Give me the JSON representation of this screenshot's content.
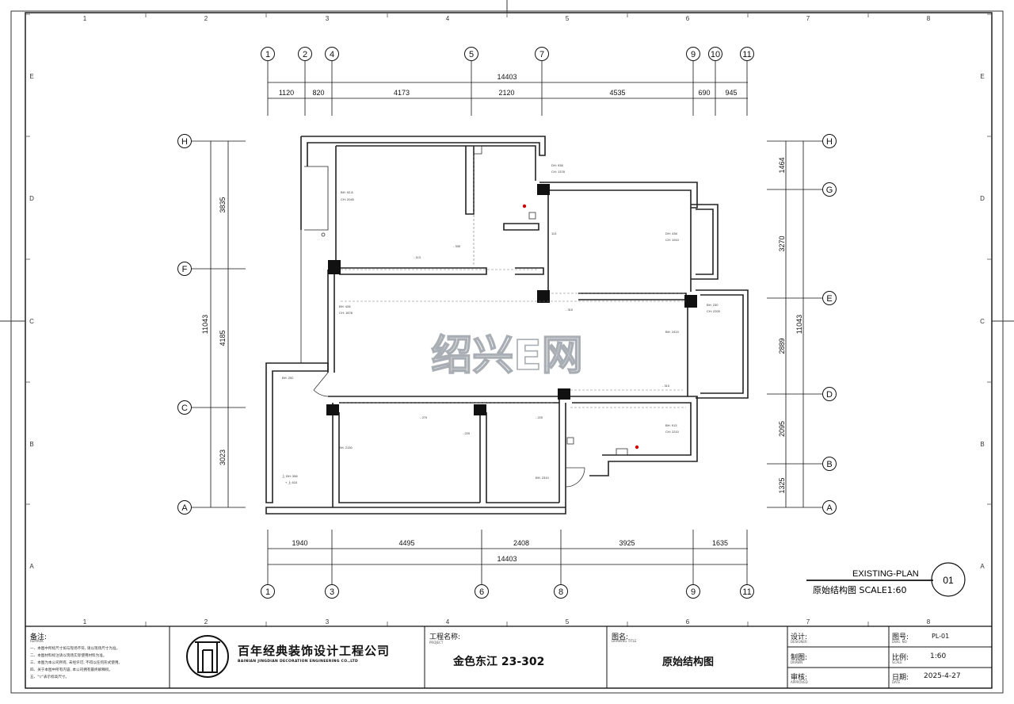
{
  "frame_labels": {
    "top": [
      "1",
      "2",
      "3",
      "4",
      "5",
      "6",
      "7",
      "8"
    ],
    "bottom": [
      "1",
      "2",
      "3",
      "4",
      "5",
      "6",
      "7",
      "8"
    ],
    "left": [
      "E",
      "D",
      "C",
      "B",
      "A"
    ],
    "right": [
      "E",
      "D",
      "C",
      "B",
      "A"
    ]
  },
  "axes_top": [
    "1",
    "2",
    "4",
    "5",
    "7",
    "9",
    "10",
    "11"
  ],
  "axes_bottom": [
    "1",
    "3",
    "6",
    "8",
    "9",
    "11"
  ],
  "axes_left": [
    "H",
    "F",
    "C",
    "A"
  ],
  "axes_right": [
    "H",
    "G",
    "E",
    "D",
    "B",
    "A"
  ],
  "dims_top_total": "14403",
  "dims_top": [
    "1120",
    "820",
    "4173",
    "2120",
    "4535",
    "690",
    "945"
  ],
  "dims_bottom": [
    "1940",
    "4495",
    "2408",
    "3925",
    "1635"
  ],
  "dims_bottom_total": "14403",
  "dims_left": [
    "3835",
    "4185",
    "3023"
  ],
  "dims_left_total": "11043",
  "dims_right": [
    "1464",
    "3270",
    "2889",
    "2095",
    "1325"
  ],
  "dims_right_total": "11043",
  "room_notes": [
    "BH: 92.8",
    "CH: 2040",
    "- 330",
    "- 113",
    "DH: 938",
    "CH: 1378",
    "113",
    "DH: 438",
    "CH: 1910",
    "BH: 428",
    "CH: 1878",
    "- 310",
    "BH: 230",
    "CH: 2200",
    "BH: 2419",
    "- 310",
    "BH: 252",
    "BH: 2130",
    "- 270",
    "- 220",
    "- 220",
    "BH: 2310",
    "BH: 913",
    "CH: 2210",
    "上 BH: 358",
    "+ 上 610"
  ],
  "watermark": "绍兴E网",
  "plan": {
    "title_en": "EXISTING-PLAN",
    "title_cn": "原始结构图 SCALE1:60",
    "number": "01"
  },
  "title_block": {
    "notes_label": "备注:",
    "notes_sub": "REMARK",
    "notes": [
      "一、本图中所标尺寸如与现场不符, 请以现场尺寸为准。",
      "二、本图材料标注请以现场实际使用材料为准。",
      "三、本图为本公司所有, 未经许可, 不得以任何形式使用。",
      "四、关于本图中所有内容, 本公司拥有最终解释权。",
      "五、\"▽\"表示标高尺寸。"
    ],
    "company_cn": "百年经典装饰设计工程公司",
    "company_en": "BAINIAN JINGDIAN DECORATION ENGINEERING CO.,LTD",
    "project_label": "工程名称:",
    "project_sub": "PROJECT",
    "project_value": "金色东江 23-302",
    "drawing_label": "图名:",
    "drawing_sub": "DRAWING TITLE",
    "drawing_value": "原始结构图",
    "design_label": "设计:",
    "design_sub": "DESIGNER",
    "draw_label": "制图:",
    "draw_sub": "DRAWN",
    "review_label": "审核:",
    "review_sub": "APPROVED",
    "no_label": "图号:",
    "no_sub": "DWG. NO",
    "no_value": "PL-01",
    "scale_label": "比例:",
    "scale_sub": "SCALE",
    "scale_value": "1:60",
    "date_label": "日期:",
    "date_sub": "DATE",
    "date_value": "2025-4-27"
  }
}
